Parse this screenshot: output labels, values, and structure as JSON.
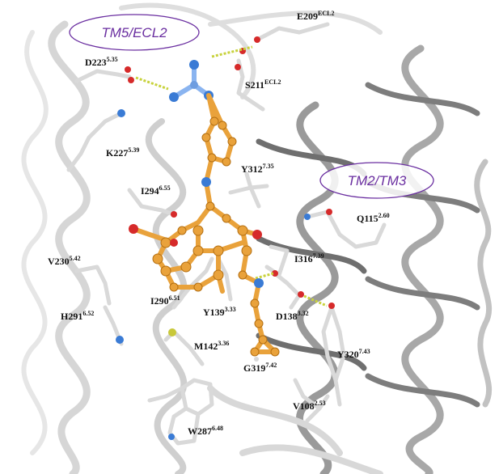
{
  "colors": {
    "ligand": "#e9a23b",
    "ligand_dark": "#b46f12",
    "nitrogen": "#3a7bd5",
    "oxygen": "#d62a2a",
    "sulfur": "#c8c83a",
    "residue": "#d9d9d9",
    "hbond": "#c8d23c",
    "helix": "#bdbdbd",
    "region_outline": "#6a2ea0"
  },
  "regions": [
    {
      "id": "tm5-ecl2",
      "label": "TM5/ECL2"
    },
    {
      "id": "tm2-tm3",
      "label": "TM2/TM3"
    }
  ],
  "residues": [
    {
      "id": "e209",
      "name": "E209",
      "sup": "ECL2"
    },
    {
      "id": "d223",
      "name": "D223",
      "sup": "5.35"
    },
    {
      "id": "s211",
      "name": "S211",
      "sup": "ECL2"
    },
    {
      "id": "k227",
      "name": "K227",
      "sup": "5.39"
    },
    {
      "id": "y312",
      "name": "Y312",
      "sup": "7.35"
    },
    {
      "id": "i294",
      "name": "I294",
      "sup": "6.55"
    },
    {
      "id": "q115",
      "name": "Q115",
      "sup": "2.60"
    },
    {
      "id": "i316",
      "name": "I316",
      "sup": "7.39"
    },
    {
      "id": "v230",
      "name": "V230",
      "sup": "5.42"
    },
    {
      "id": "i290",
      "name": "I290",
      "sup": "6.51"
    },
    {
      "id": "y139",
      "name": "Y139",
      "sup": "3.33"
    },
    {
      "id": "d138",
      "name": "D138",
      "sup": "3.32"
    },
    {
      "id": "h291",
      "name": "H291",
      "sup": "6.52"
    },
    {
      "id": "m142",
      "name": "M142",
      "sup": "3.36"
    },
    {
      "id": "y320",
      "name": "Y320",
      "sup": "7.43"
    },
    {
      "id": "g319",
      "name": "G319",
      "sup": "7.42"
    },
    {
      "id": "v108",
      "name": "V108",
      "sup": "2.53"
    },
    {
      "id": "w287",
      "name": "W287",
      "sup": "6.48"
    }
  ]
}
